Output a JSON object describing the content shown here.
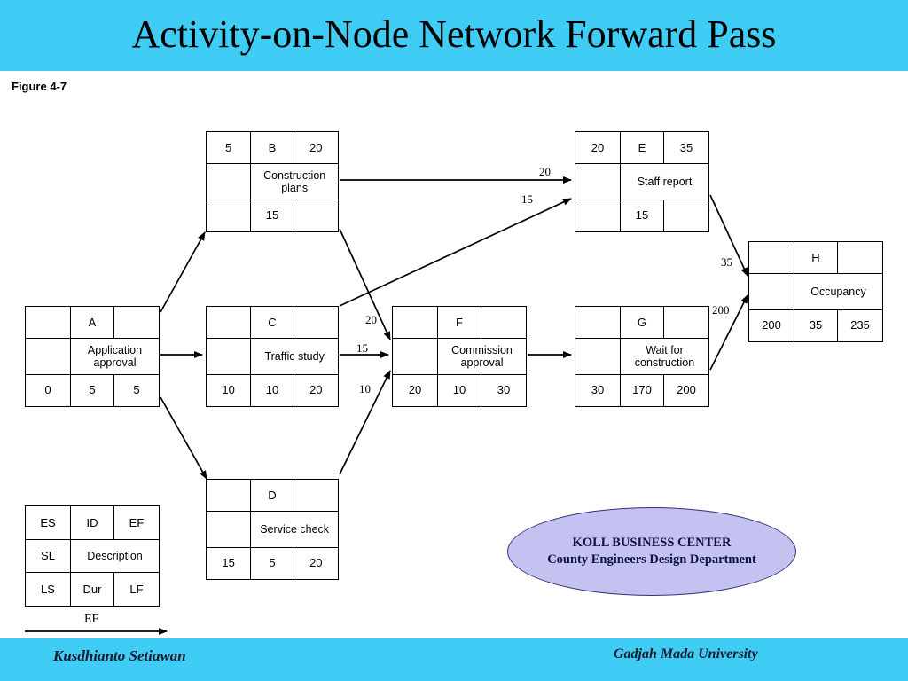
{
  "header": {
    "title": "Activity-on-Node Network Forward Pass",
    "band_color": "#40CDF5"
  },
  "figure": {
    "label": "Figure 4-7"
  },
  "footer": {
    "band_color": "#40CDF5",
    "author": "Kusdhianto Setiawan",
    "institution": "Gadjah Mada University"
  },
  "diagram": {
    "type": "activity-on-node-network",
    "nodes": [
      {
        "id": "A",
        "es": "",
        "ef": "",
        "description": "Application approval",
        "ls": "0",
        "dur": "5",
        "lf": "5"
      },
      {
        "id": "B",
        "es": "5",
        "ef": "20",
        "description": "Construction plans",
        "ls": "",
        "dur": "15",
        "lf": ""
      },
      {
        "id": "C",
        "es": "",
        "ef": "",
        "description": "Traffic study",
        "ls": "10",
        "dur": "10",
        "lf": "20"
      },
      {
        "id": "D",
        "es": "",
        "ef": "",
        "description": "Service check",
        "ls": "15",
        "dur": "5",
        "lf": "20"
      },
      {
        "id": "E",
        "es": "20",
        "ef": "35",
        "description": "Staff report",
        "ls": "",
        "dur": "15",
        "lf": ""
      },
      {
        "id": "F",
        "es": "",
        "ef": "",
        "description": "Commission approval",
        "ls": "20",
        "dur": "10",
        "lf": "30"
      },
      {
        "id": "G",
        "es": "",
        "ef": "",
        "description": "Wait for construction",
        "ls": "30",
        "dur": "170",
        "lf": "200"
      },
      {
        "id": "H",
        "es": "",
        "ef": "",
        "description": "Occupancy",
        "ls": "200",
        "dur": "35",
        "lf": "235"
      }
    ],
    "edges": [
      {
        "from": "A",
        "to": "B",
        "label": ""
      },
      {
        "from": "A",
        "to": "C",
        "label": ""
      },
      {
        "from": "A",
        "to": "D",
        "label": ""
      },
      {
        "from": "B",
        "to": "E",
        "label": "20"
      },
      {
        "from": "B",
        "to": "F",
        "label": "20"
      },
      {
        "from": "C",
        "to": "E",
        "label": "15"
      },
      {
        "from": "C",
        "to": "F",
        "label": "15"
      },
      {
        "from": "D",
        "to": "F",
        "label": "10"
      },
      {
        "from": "F",
        "to": "G",
        "label": ""
      },
      {
        "from": "E",
        "to": "H",
        "label": "35"
      },
      {
        "from": "G",
        "to": "H",
        "label": "200"
      }
    ]
  },
  "legend": {
    "es": "ES",
    "id": "ID",
    "ef": "EF",
    "sl": "SL",
    "description": "Description",
    "ls": "LS",
    "dur": "Dur",
    "lf": "LF",
    "axis_label": "EF"
  },
  "callout": {
    "line1": "KOLL BUSINESS CENTER",
    "line2": "County Engineers Design Department",
    "fill_color": "#C3C2F0"
  }
}
